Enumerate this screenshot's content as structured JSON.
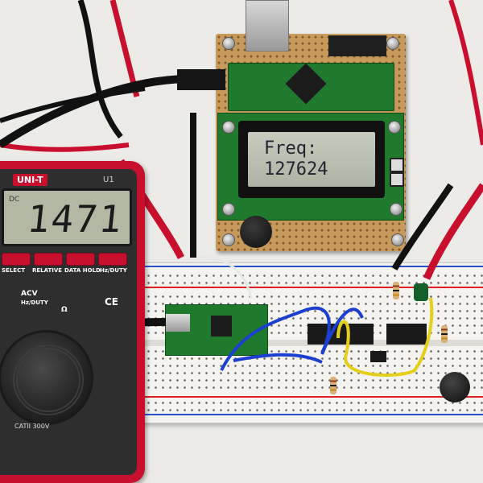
{
  "multimeter": {
    "brand": "UNI-T",
    "model": "U1",
    "reading": "1471",
    "mode_indicator": "DC",
    "buttons": [
      "SELECT",
      "RELATIVE",
      "DATA HOLD",
      "Hz/DUTY"
    ],
    "dial_labels": [
      "ACV",
      "Hz/DUTY",
      "Ω",
      "CE"
    ],
    "rating": "CATII 300V",
    "colors": {
      "body": "#c8102e",
      "face": "#2e2e2e",
      "lcd": "#b3b8a5"
    }
  },
  "lcd_module": {
    "line1": "Freq:",
    "line2": "127624",
    "colors": {
      "pcb": "#1f7a2e",
      "glass": "#b3b8a5",
      "text": "#1f2630"
    }
  },
  "scene": {
    "objects": [
      "multimeter-icon",
      "probe-cable-icon",
      "perfboard-icon",
      "breadboard-icon",
      "microcontroller-icon",
      "potentiometer-icon"
    ]
  }
}
